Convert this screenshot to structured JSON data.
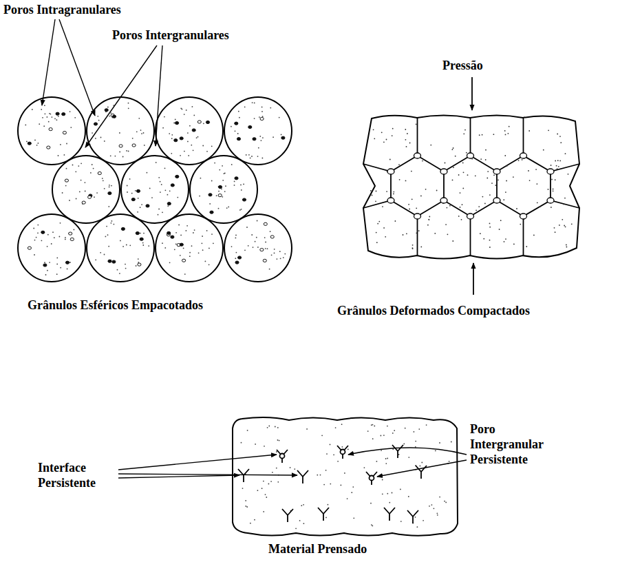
{
  "diagram": {
    "labels": [
      "Poros Intragranulares",
      "Poros Intergranulares",
      "Pressão",
      "Grânulos Esféricos Empacotados",
      "Grânulos Deformados Compactados",
      "Interface Persistente",
      "Poro Intergranular Persistente",
      "Material Prensado"
    ]
  }
}
